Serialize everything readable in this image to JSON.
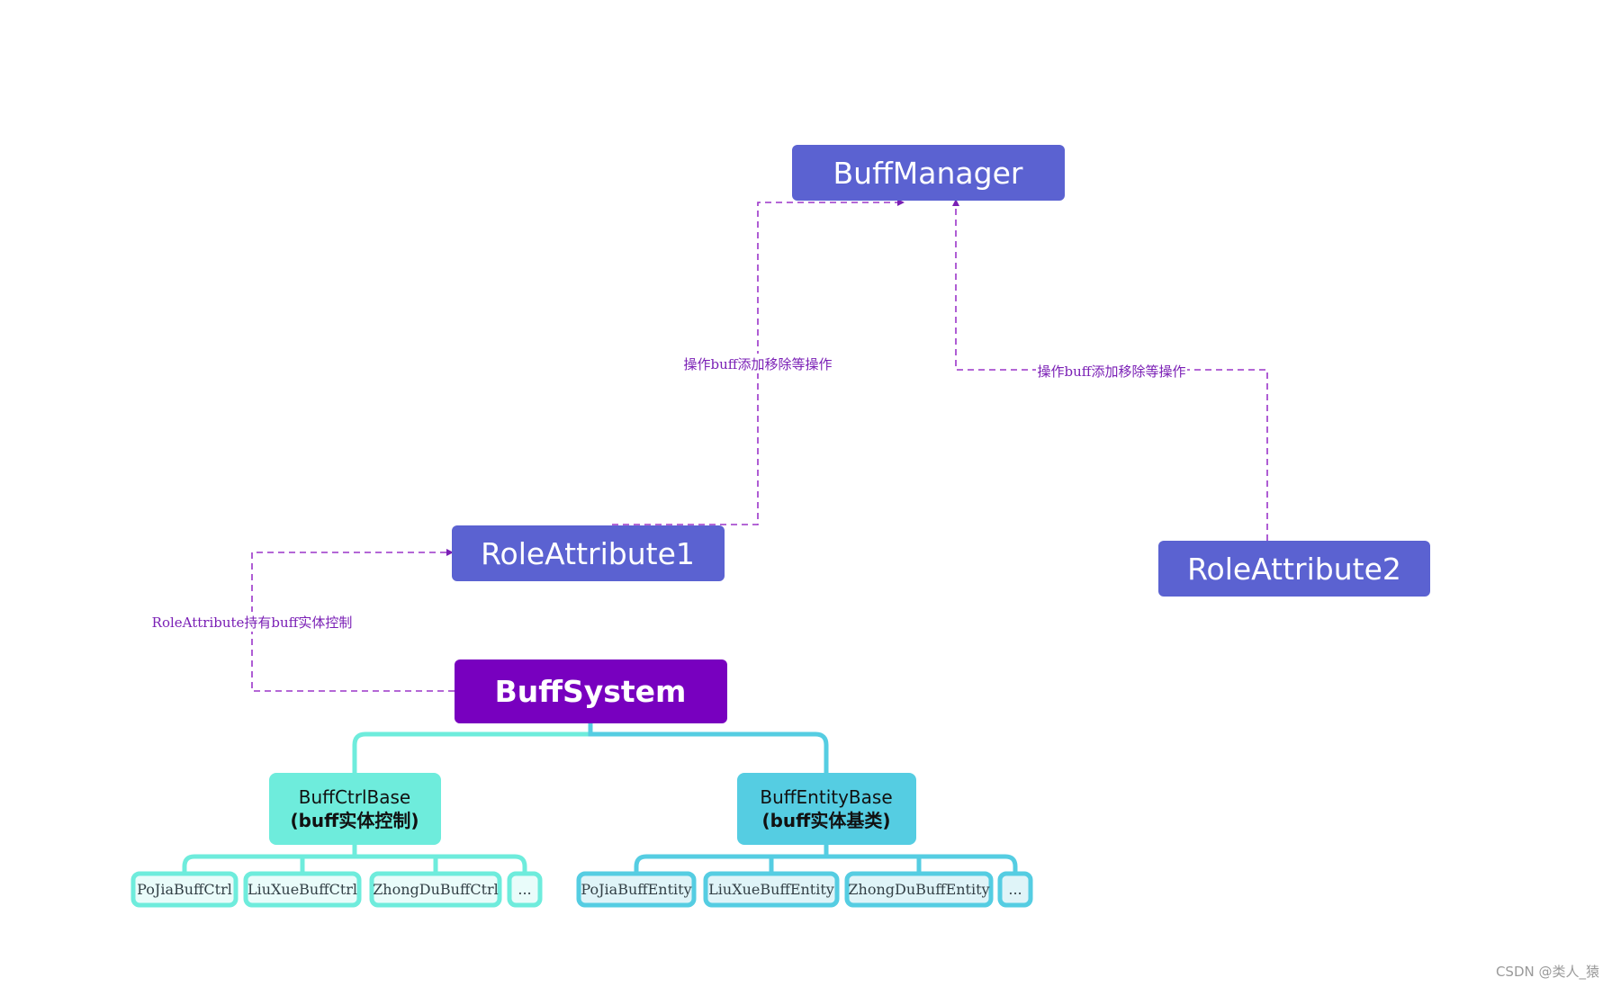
{
  "nodes": {
    "buff_manager": "BuffManager",
    "role_attribute_1": "RoleAttribute1",
    "role_attribute_2": "RoleAttribute2",
    "buff_system": "BuffSystem"
  },
  "edges": {
    "role1_to_manager": "操作buff添加移除等操作",
    "role2_to_manager": "操作buff添加移除等操作",
    "system_to_role1": "RoleAttribute持有buff实体控制"
  },
  "ctrl_branch": {
    "title": "BuffCtrlBase",
    "subtitle": "(buff实体控制)",
    "leaves": [
      "PoJiaBuffCtrl",
      "LiuXueBuffCtrl",
      "ZhongDuBuffCtrl",
      "..."
    ]
  },
  "entity_branch": {
    "title": "BuffEntityBase",
    "subtitle": "(buff实体基类)",
    "leaves": [
      "PoJiaBuffEntity",
      "LiuXueBuffEntity",
      "ZhongDuBuffEntity",
      "..."
    ]
  },
  "watermark": "CSDN @类人_猿",
  "colors": {
    "main_node": "#5b62d1",
    "system_node": "#7800bf",
    "ctrl_color": "#6eecdc",
    "entity_color": "#55cde2",
    "dashed_link": "#9b35c9"
  }
}
